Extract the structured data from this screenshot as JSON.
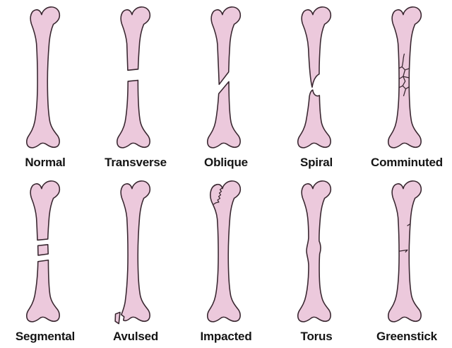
{
  "figure": {
    "background": "#ffffff",
    "bone_fill": "#ecc9dc",
    "bone_outline": "#38262f",
    "label_color": "#141414"
  },
  "rows": [
    {
      "cells": [
        {
          "id": "normal",
          "label": "Normal"
        },
        {
          "id": "transverse",
          "label": "Transverse"
        },
        {
          "id": "oblique",
          "label": "Oblique"
        },
        {
          "id": "spiral",
          "label": "Spiral"
        },
        {
          "id": "comminuted",
          "label": "Comminuted"
        }
      ]
    },
    {
      "cells": [
        {
          "id": "segmental",
          "label": "Segmental"
        },
        {
          "id": "avulsed",
          "label": "Avulsed"
        },
        {
          "id": "impacted",
          "label": "Impacted"
        },
        {
          "id": "torus",
          "label": "Torus"
        },
        {
          "id": "greenstick",
          "label": "Greenstick"
        }
      ]
    }
  ]
}
